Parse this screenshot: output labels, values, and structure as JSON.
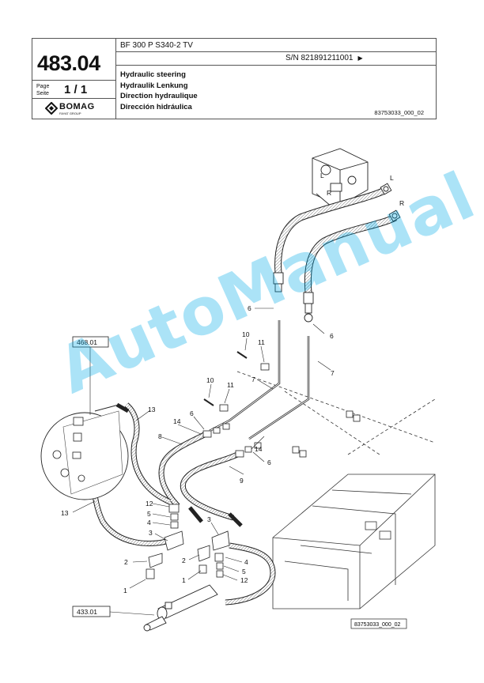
{
  "header": {
    "model": "BF 300 P S340-2 TV",
    "serial": "S/N 821891211001",
    "page_number": "483.04",
    "page_label_en": "Page",
    "page_label_de": "Seite",
    "page_value": "1 / 1",
    "brand": "BOMAG",
    "brand_sub": "FAYAT GROUP",
    "titles": [
      "Hydraulic steering",
      "Hydraulik Lenkung",
      "Direction hydraulique",
      "Dirección hidráulica"
    ],
    "doc_id": "83753033_000_02"
  },
  "diagram": {
    "ref_top": "468.01",
    "ref_bottom": "433.01",
    "drawing_id": "83753033_000_02",
    "port_l": "L",
    "port_r": "R",
    "callouts": [
      "1",
      "2",
      "3",
      "4",
      "5",
      "6",
      "7",
      "8",
      "9",
      "10",
      "11",
      "12",
      "13",
      "14"
    ]
  },
  "watermark": "AutoManual"
}
